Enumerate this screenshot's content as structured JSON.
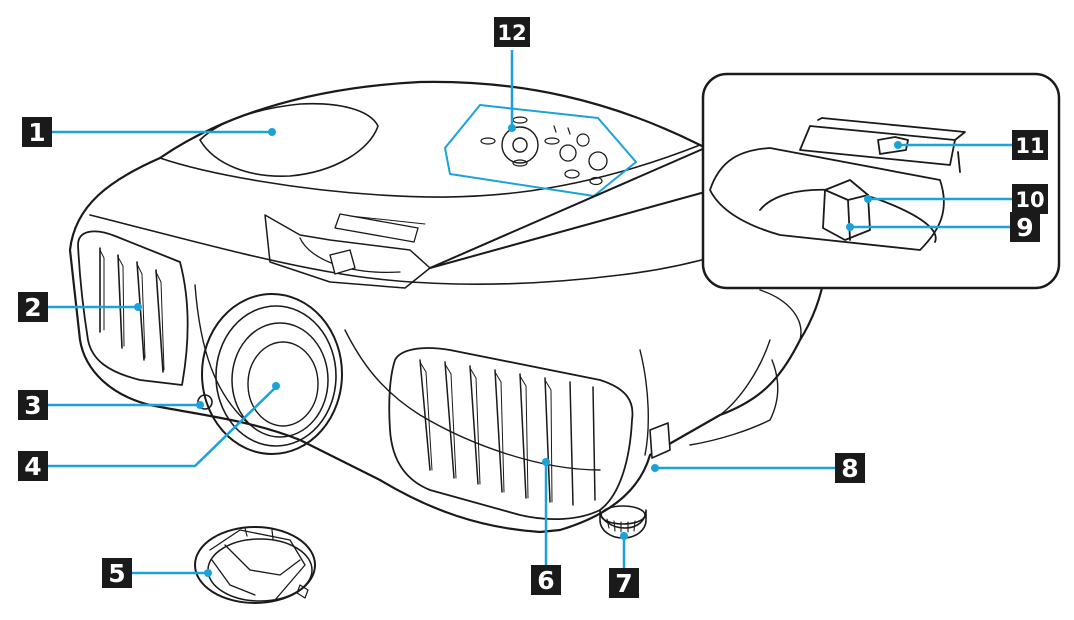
{
  "diagram": {
    "colors": {
      "outline": "#1a1a1a",
      "leader": "#1aa3db",
      "badge_bg": "#1a1a1a",
      "badge_text": "#ffffff",
      "fill": "#ffffff"
    },
    "callouts": [
      {
        "label": "1"
      },
      {
        "label": "2"
      },
      {
        "label": "3"
      },
      {
        "label": "4"
      },
      {
        "label": "5"
      },
      {
        "label": "6"
      },
      {
        "label": "7"
      },
      {
        "label": "8"
      },
      {
        "label": "9"
      },
      {
        "label": "10"
      },
      {
        "label": "11"
      },
      {
        "label": "12"
      }
    ]
  }
}
